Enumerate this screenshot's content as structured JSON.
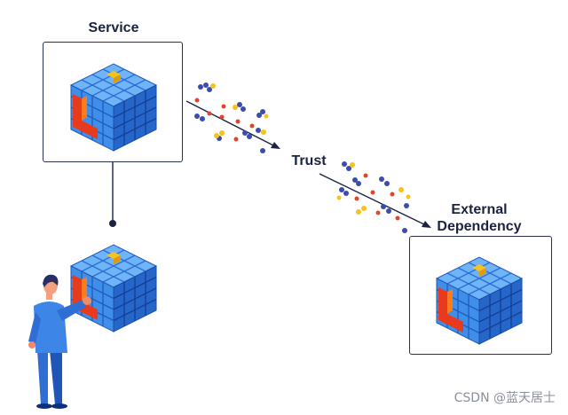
{
  "labels": {
    "service": "Service",
    "trust": "Trust",
    "external_line1": "External",
    "external_line2": "Dependency"
  },
  "watermark": "CSDN @蓝天居士",
  "colors": {
    "outline": "#2a3150",
    "cube_light": "#4a9ff0",
    "cube_dark": "#1f56b8",
    "core_red": "#e83a1d",
    "core_orange": "#ff7a1a",
    "accent_yellow": "#f7c21b",
    "particle_blue": "#3a4cb0",
    "particle_red": "#e0452a",
    "arrow": "#1b2340"
  },
  "icons": [
    "service-cube-icon",
    "person-cube-icon",
    "external-cube-icon",
    "person-icon",
    "trust-particles-icon"
  ]
}
